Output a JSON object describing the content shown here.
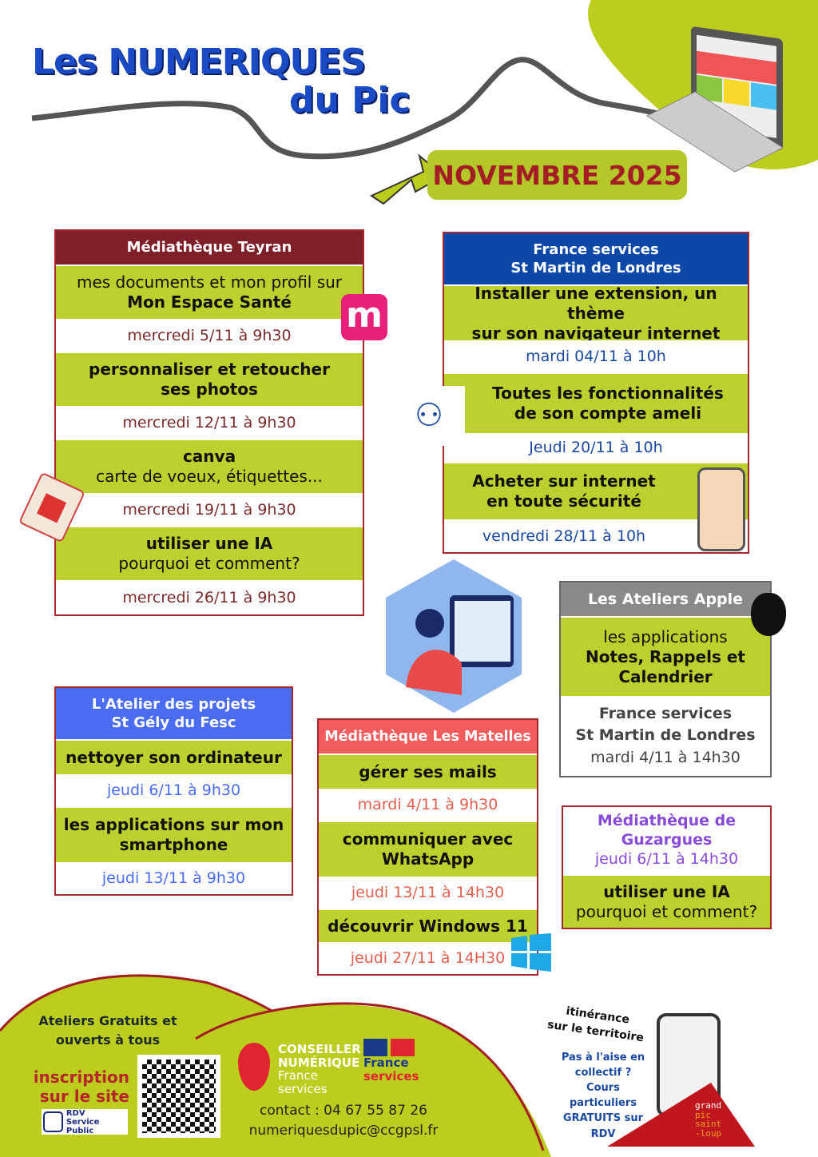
{
  "header": {
    "title_line1": "Les NUMERIQUES",
    "title_line2": "du Pic",
    "month": "NOVEMBRE 2025"
  },
  "teyran": {
    "title": "Médiathèque Teyran",
    "sessions": [
      {
        "line1": "mes documents et mon profil sur",
        "line2": "Mon Espace Santé",
        "date": "mercredi 5/11 à 9h30"
      },
      {
        "line1": "personnaliser et retoucher",
        "line2": "ses photos",
        "date": "mercredi 12/11 à 9h30"
      },
      {
        "line1": "canva",
        "line2": "carte de voeux, étiquettes...",
        "date": "mercredi 19/11 à 9h30"
      },
      {
        "line1": "utiliser une IA",
        "line2": "pourquoi et comment?",
        "date": "mercredi 26/11 à 9h30"
      }
    ]
  },
  "fs": {
    "title1": "France services",
    "title2": "St Martin de Londres",
    "sessions": [
      {
        "line1": "Installer une extension, un thème",
        "line2": "sur son navigateur internet",
        "date": "mardi 04/11 à 10h"
      },
      {
        "line1": "Toutes les fonctionnalités",
        "line2": "de son compte ameli",
        "date": "Jeudi 20/11 à 10h"
      },
      {
        "line1": "Acheter sur internet",
        "line2": "en toute sécurité",
        "date": "vendredi 28/11 à 10h"
      }
    ]
  },
  "apple": {
    "title": "Les Ateliers Apple",
    "line1": "les applications",
    "line2": "Notes, Rappels et",
    "line3": "Calendrier",
    "place1": "France services",
    "place2": "St Martin de Londres",
    "date": "mardi 4/11 à 14h30"
  },
  "projets": {
    "title1": "L'Atelier des projets",
    "title2": "St Gély du Fesc",
    "sessions": [
      {
        "line1": "nettoyer son ordinateur",
        "date": "jeudi 6/11 à 9h30"
      },
      {
        "line1": "les applications sur mon",
        "line2": "smartphone",
        "date": "jeudi 13/11 à 9h30"
      }
    ]
  },
  "matelles": {
    "title": "Médiathèque Les Matelles",
    "sessions": [
      {
        "line1": "gérer ses mails",
        "date": "mardi 4/11 à 9h30"
      },
      {
        "line1": "communiquer avec",
        "line2": "WhatsApp",
        "date": "jeudi 13/11 à 14h30"
      },
      {
        "line1": "découvrir Windows 11",
        "date": "jeudi 27/11 à 14H30"
      }
    ]
  },
  "guzargues": {
    "title1": "Médiathèque de",
    "title2": "Guzargues",
    "date": "jeudi 6/11 à 14h30",
    "line1": "utiliser une IA",
    "line2": "pourquoi et comment?"
  },
  "footer": {
    "free": "Ateliers Gratuits et",
    "free2": "ouverts à tous",
    "inscription1": "inscription",
    "inscription2": "sur le site",
    "rdv1": "RDV",
    "rdv2": "Service Public",
    "cn1": "CONSEILLER",
    "cn2": "NUMÉRIQUE",
    "cn3": "France",
    "cn4": "services",
    "fs1": "France",
    "fs2": "services",
    "contact": "contact : 04 67 55 87 26",
    "email": "numeriquesdupic@ccgpsl.fr",
    "itin1": "itinérance",
    "itin2": "sur le territoire",
    "perso": [
      "Pas à l'aise en",
      "collectif ?",
      "Cours",
      "particuliers",
      "GRATUITS sur",
      "RDV"
    ],
    "logo": [
      "grand",
      "pic",
      "saint",
      "-loup"
    ]
  }
}
